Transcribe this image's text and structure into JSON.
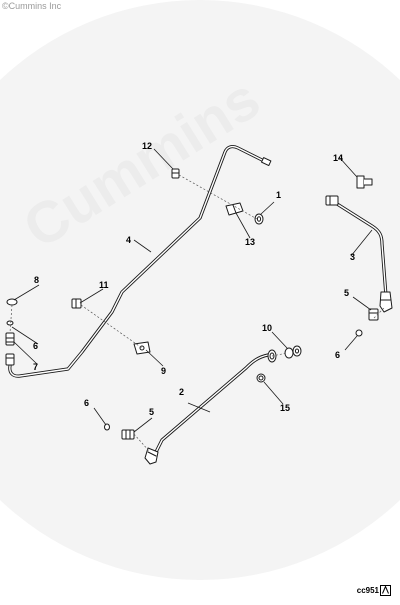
{
  "copyright": "©Cummins Inc",
  "watermark": "Cummins",
  "figure_code": "cc951",
  "callouts": {
    "c1": "1",
    "c2": "2",
    "c3": "3",
    "c4": "4",
    "c5a": "5",
    "c5b": "5",
    "c6a": "6",
    "c6b": "6",
    "c6c": "6",
    "c7": "7",
    "c8": "8",
    "c9": "9",
    "c10": "10",
    "c11": "11",
    "c12": "12",
    "c13": "13",
    "c14": "14",
    "c15": "15"
  },
  "colors": {
    "line": "#1a1a1a",
    "watermark": "#ececec",
    "background": "#ffffff"
  }
}
